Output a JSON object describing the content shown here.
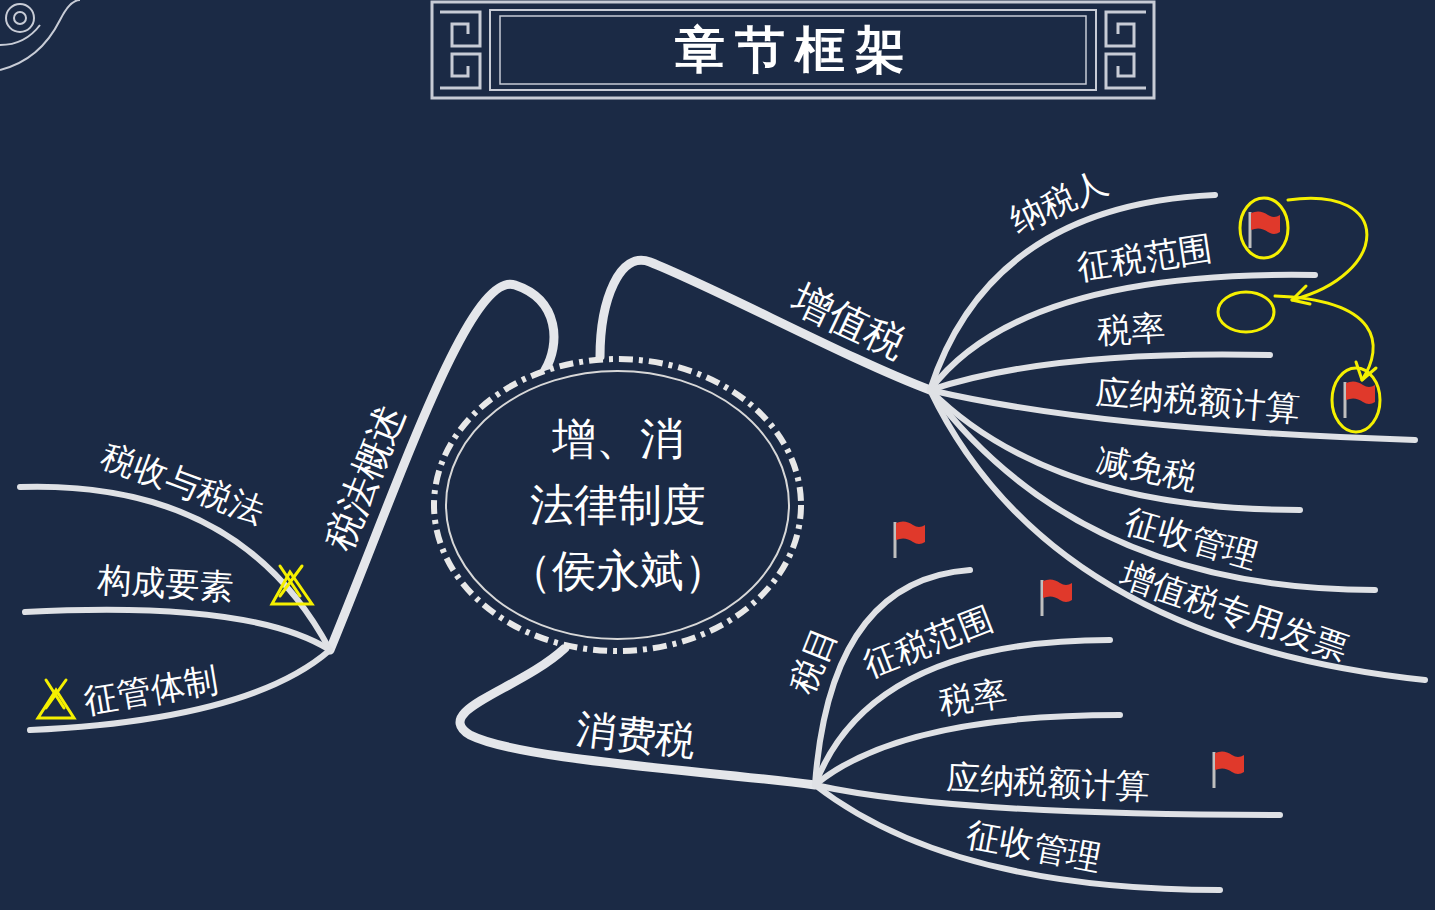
{
  "diagram": {
    "title": "章节框架",
    "nodes": [
      {
        "text": [
          "增、消",
          "法律制度",
          "（侯永斌）"
        ]
      }
    ],
    "labels": [
      "税法概述",
      "税收与税法",
      "构成要素",
      "征管体制",
      "增值税",
      "纳税人",
      "征税范围",
      "税率",
      "应纳税额计算",
      "减免税",
      "征收管理",
      "增值税专用发票",
      "消费税",
      "税目",
      "征税范围",
      "税率",
      "应纳税额计算",
      "征收管理"
    ]
  }
}
